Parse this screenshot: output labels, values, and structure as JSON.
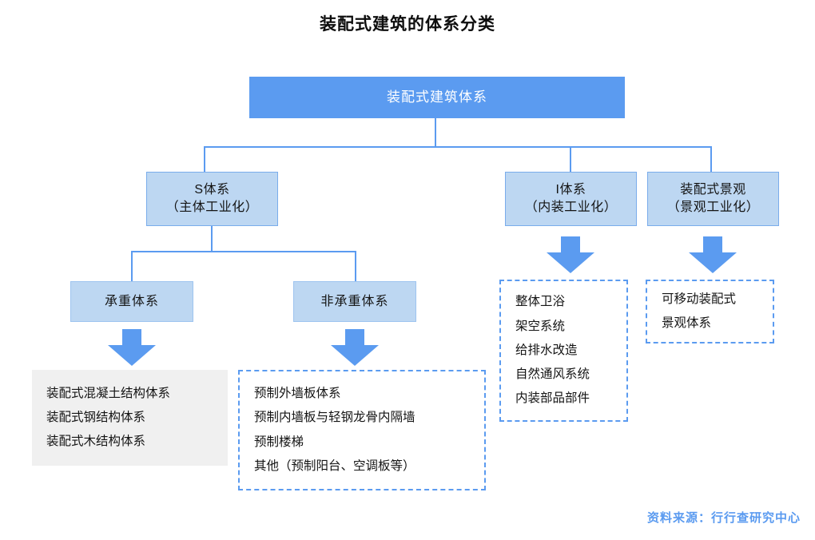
{
  "title": "装配式建筑的体系分类",
  "colors": {
    "accent": "#5b9bf0",
    "node_fill": "#bdd7f2",
    "root_fill": "#5b9bf0",
    "gray_fill": "#f0f0f0",
    "dashed_border": "#5b9bf0",
    "source_text": "#5b9bf0"
  },
  "root": {
    "label": "装配式建筑体系"
  },
  "level2": [
    {
      "line1": "S体系",
      "line2": "（主体工业化）"
    },
    {
      "line1": "I体系",
      "line2": "（内装工业化）"
    },
    {
      "line1": "装配式景观",
      "line2": "（景观工业化）"
    }
  ],
  "level3": [
    {
      "label": "承重体系"
    },
    {
      "label": "非承重体系"
    }
  ],
  "leaves": {
    "bearing": {
      "style": "gray",
      "items": [
        "装配式混凝土结构体系",
        "装配式钢结构体系",
        "装配式木结构体系"
      ]
    },
    "non_bearing": {
      "style": "dashed",
      "items": [
        "预制外墙板体系",
        "预制内墙板与轻钢龙骨内隔墙",
        "预制楼梯",
        "其他（预制阳台、空调板等）"
      ]
    },
    "interior": {
      "style": "dashed",
      "items": [
        "整体卫浴",
        "架空系统",
        "给排水改造",
        "自然通风系统",
        "内装部品部件"
      ]
    },
    "landscape": {
      "style": "dashed",
      "items": [
        "可移动装配式",
        "景观体系"
      ]
    }
  },
  "footer": {
    "source": "资料来源：行行查研究中心"
  }
}
